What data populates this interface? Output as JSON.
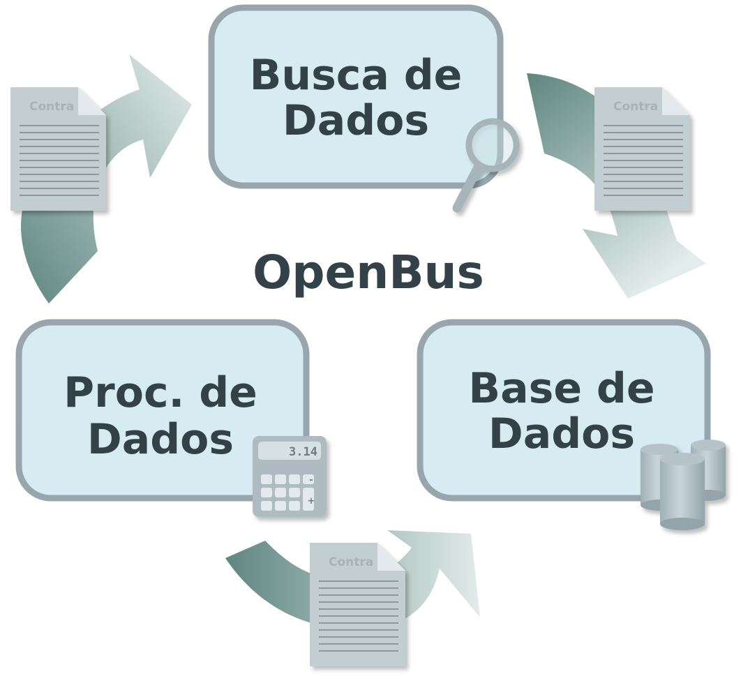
{
  "diagram": {
    "center_title": "OpenBus",
    "boxes": {
      "top": {
        "line1": "Busca de",
        "line2": "Dados",
        "icon": "magnifier-icon"
      },
      "right": {
        "line1": "Base de",
        "line2": "Dados",
        "icon": "database-icon"
      },
      "left": {
        "line1": "Proc. de",
        "line2": "Dados",
        "icon": "calculator-icon"
      }
    },
    "document_label": "Contra",
    "calculator": {
      "display": "3.14",
      "minus": "-",
      "plus": "+"
    },
    "colors": {
      "box_fill": "#d6ecf2",
      "box_border": "#97a6ad",
      "text": "#334148",
      "arrow_dark": "#6a8c85",
      "arrow_light": "#dbe7e5"
    }
  }
}
